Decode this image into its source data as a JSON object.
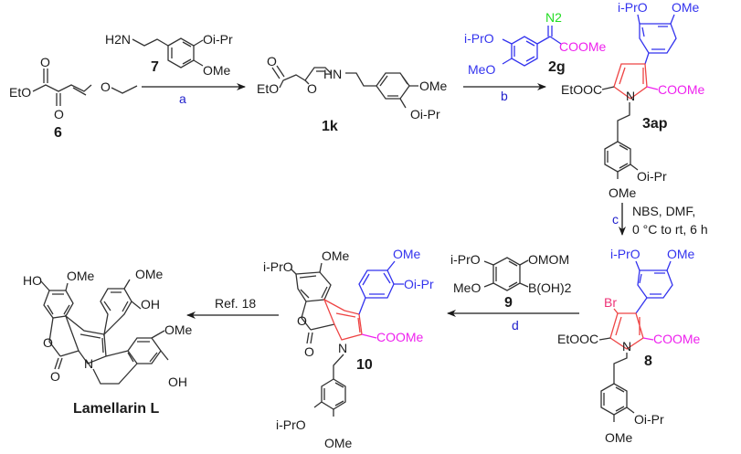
{
  "colors": {
    "bond": "#333333",
    "aryl_blue": "#3333ee",
    "ester_magenta": "#ee22ee",
    "pyrrole_red": "#ee4444",
    "bromo_pink": "#ee3377",
    "diazo_green": "#22dd22",
    "reagent_label": "#2222cc"
  },
  "compounds": {
    "c6": {
      "label": "6",
      "groups": {
        "ester": "EtO",
        "o1": "O",
        "o2": "O",
        "o3": "O"
      }
    },
    "c7": {
      "label": "7",
      "groups": {
        "amine": "H2N",
        "oipr": "Oi-Pr",
        "ome": "OMe"
      }
    },
    "c1k": {
      "label": "1k",
      "groups": {
        "ester": "EtO",
        "o1": "O",
        "o2": "O",
        "hn": "HN",
        "ome": "OMe",
        "oipr": "Oi-Pr"
      }
    },
    "c2g": {
      "label": "2g",
      "groups": {
        "n2": "N2",
        "ester": "COOMe",
        "iPrO": "i-PrO",
        "meo": "MeO"
      }
    },
    "c3ap": {
      "label": "3ap",
      "groups": {
        "iPrO": "i-PrO",
        "ome_top": "OMe",
        "etooc": "EtOOC",
        "n": "N",
        "coome": "COOMe",
        "oipr": "Oi-Pr",
        "ome_bottom": "OMe"
      }
    },
    "c8": {
      "label": "8",
      "groups": {
        "iPrO": "i-PrO",
        "ome_top": "OMe",
        "br": "Br",
        "etooc": "EtOOC",
        "n": "N",
        "coome": "COOMe",
        "oipr": "Oi-Pr",
        "ome_bottom": "OMe"
      }
    },
    "c9": {
      "label": "9",
      "groups": {
        "iPrO": "i-PrO",
        "omom": "OMOM",
        "meo": "MeO",
        "boh2": "B(OH)2"
      }
    },
    "c10": {
      "label": "10",
      "groups": {
        "iPrO_top": "i-PrO",
        "ome_top": "OMe",
        "ome_aryl": "OMe",
        "oipr_aryl": "Oi-Pr",
        "o_ring": "O",
        "o_carbonyl": "O",
        "n": "N",
        "coome": "COOMe",
        "iPrO_bottom": "i-PrO",
        "ome_bottom": "OMe"
      }
    },
    "lamellarin": {
      "label": "Lamellarin L",
      "groups": {
        "ho": "HO",
        "ome1": "OMe",
        "ome2": "OMe",
        "oh1": "OH",
        "o_ring": "O",
        "o_carbonyl": "O",
        "n": "N",
        "ome3": "OMe",
        "oh2": "OH"
      }
    }
  },
  "steps": {
    "a": {
      "label": "a"
    },
    "b": {
      "label": "b"
    },
    "c": {
      "label": "c",
      "conditions_line1": "NBS, DMF,",
      "conditions_line2": "0 °C to rt, 6 h"
    },
    "d": {
      "label": "d"
    },
    "ref": {
      "label": "Ref. 18"
    }
  }
}
